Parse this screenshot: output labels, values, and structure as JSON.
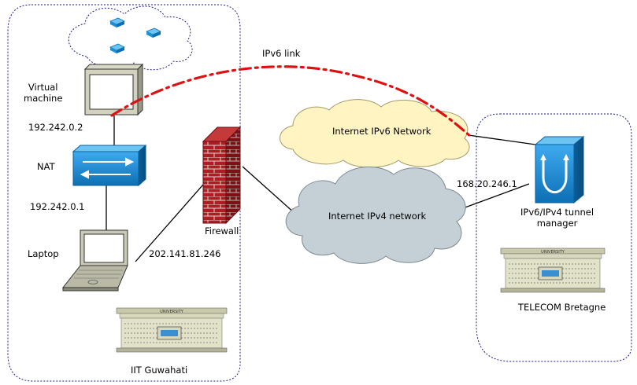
{
  "diagram": {
    "link_label": "IPv6 link",
    "left_site": {
      "name": "IIT Guwahati",
      "nodes": {
        "virtual_machine": "Virtual\nmachine",
        "vm_ip": "192.242.0.2",
        "nat": "NAT",
        "nat_ip": "192.242.0.1",
        "laptop": "Laptop",
        "laptop_ip": "202.141.81.246",
        "firewall": "Firewall"
      },
      "building_sign": "UNIVERSITY"
    },
    "clouds": {
      "ipv6": "Internet IPv6 Network",
      "ipv4": "Internet IPv4 network"
    },
    "right_site": {
      "name": "TELECOM Bretagne",
      "tunnel_manager": "IPv6/IPv4 tunnel\nmanager",
      "tunnel_manager_ip": "168.20.246.1",
      "building_sign": "UNIVERSITY"
    },
    "colors": {
      "ipv6_link": "#dd1111",
      "ipv6_cloud": "#fff4c2",
      "ipv4_cloud": "#c5d0d6",
      "firewall": "#a8161b",
      "cisco_blue": "#1f8fd3",
      "boundary": "#1a1a8a"
    },
    "icons": [
      "wifi-device-icon",
      "monitor-icon",
      "switch-icon",
      "firewall-icon",
      "laptop-icon",
      "tunnel-icon",
      "building-icon"
    ]
  }
}
